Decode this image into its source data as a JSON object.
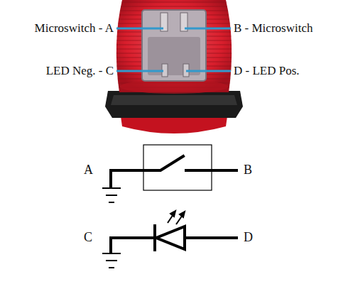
{
  "diagram": {
    "labels": [
      "Microswitch - A",
      "B - Microswitch",
      "LED Neg. - C",
      "D - LED Pos.",
      "A",
      "B",
      "C",
      "D"
    ]
  }
}
